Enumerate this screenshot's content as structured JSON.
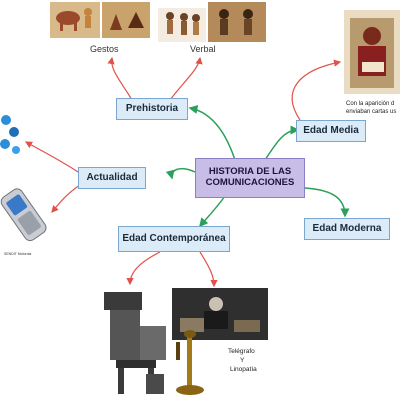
{
  "center": "HISTORIA DE LAS COMUNICACIONES",
  "nodes": {
    "prehistoria": "Prehistoria",
    "edad_media": "Edad Media",
    "actualidad": "Actualidad",
    "edad_moderna": "Edad Moderna",
    "edad_contemporanea": "Edad Contemporánea"
  },
  "labels": {
    "gestos": "Gestos",
    "verbal": "Verbal",
    "edad_media_note_1": "Con la aparición d",
    "edad_media_note_2": "enviaban cartas us",
    "telegrafo_1": "Telégrafo",
    "telegrafo_2": "Y",
    "telegrafo_3": "Linopatía",
    "phone_caption": "SENDIT Motorola"
  },
  "colors": {
    "node_fill": "#dcebf8",
    "center_fill": "#c7bde6",
    "red_link": "#e0524a",
    "green_link": "#2aa05a"
  },
  "icons": [
    "cave-painting-image",
    "people-talking-image",
    "medieval-scribe-image",
    "chat-bubbles-icon",
    "cell-phone-image",
    "linotype-machine-image",
    "telegraph-photo-image",
    "candlestick-phone-image"
  ]
}
